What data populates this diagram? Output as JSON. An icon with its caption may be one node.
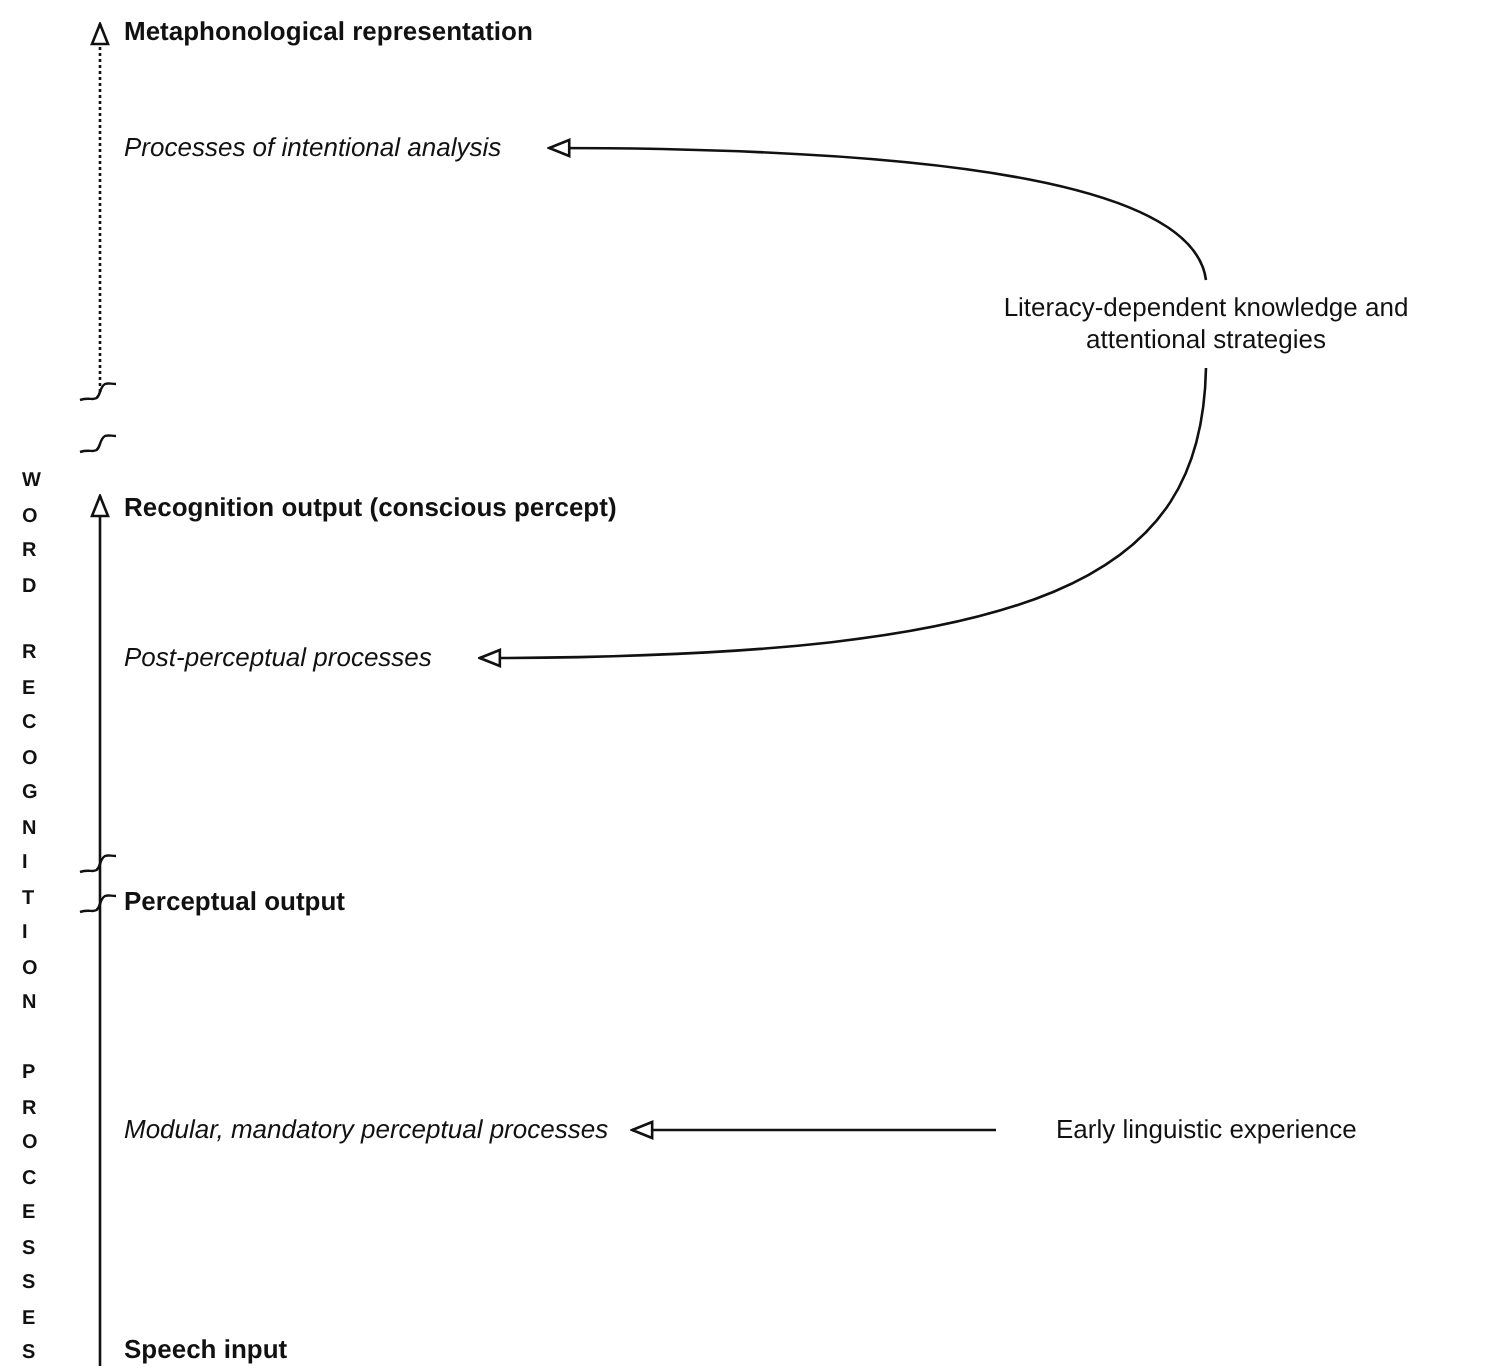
{
  "diagram": {
    "nodes": [
      {
        "text": [
          "Metaphonological representation"
        ]
      },
      {
        "text": [
          "Processes of intentional analysis"
        ]
      },
      {
        "text": [
          "Recognition output (conscious percept)"
        ]
      },
      {
        "text": [
          "Literacy-dependent knowledge and attentional strategies"
        ]
      },
      {
        "text": [
          "Post-perceptual processes"
        ]
      },
      {
        "text": [
          "Perceptual output"
        ]
      },
      {
        "text": [
          "Modular, mandatory perceptual processes"
        ]
      },
      {
        "text": [
          "Early linguistic experience"
        ]
      },
      {
        "text": [
          "Speech input"
        ]
      }
    ],
    "edges": [
      {
        "from": 8,
        "to": 2,
        "arrow": "to"
      },
      {
        "from": 2,
        "to": 0,
        "arrow": "to",
        "style": "dashed"
      },
      {
        "from": 3,
        "to": 1,
        "arrow": "to"
      },
      {
        "from": 3,
        "to": 4,
        "arrow": "to"
      },
      {
        "from": 7,
        "to": 6,
        "arrow": "to"
      }
    ],
    "labels": [
      "WORD",
      "RECOGNITION",
      "PROCESSES"
    ]
  }
}
